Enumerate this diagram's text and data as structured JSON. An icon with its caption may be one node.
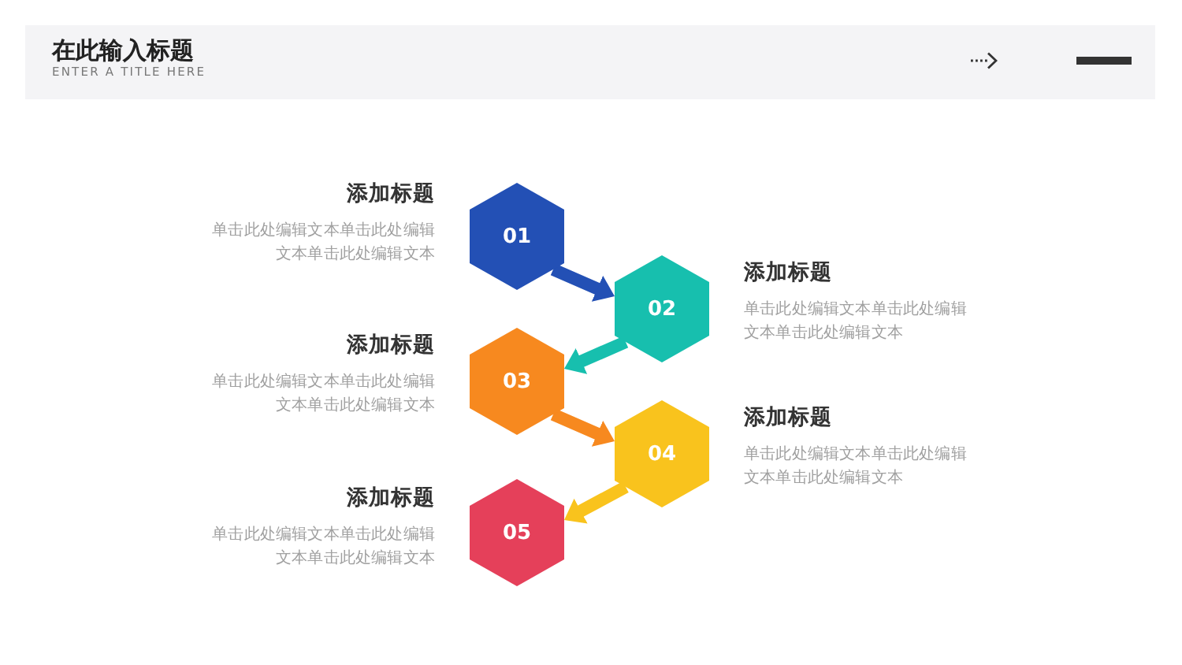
{
  "diagram": {
    "title": "在此输入标题",
    "nodes": [
      {
        "text": [
          "01"
        ],
        "beside": [
          "添加标题",
          "单击此处编辑文本单击此处编辑文本单击此处编辑文本"
        ]
      },
      {
        "text": [
          "02"
        ],
        "beside": [
          "添加标题",
          "单击此处编辑文本单击此处编辑文本单击此处编辑文本"
        ]
      },
      {
        "text": [
          "03"
        ],
        "beside": [
          "添加标题",
          "单击此处编辑文本单击此处编辑文本单击此处编辑文本"
        ]
      },
      {
        "text": [
          "04"
        ],
        "beside": [
          "添加标题",
          "单击此处编辑文本单击此处编辑文本单击此处编辑文本"
        ]
      },
      {
        "text": [
          "05"
        ],
        "beside": [
          "添加标题",
          "单击此处编辑文本单击此处编辑文本单击此处编辑文本"
        ]
      }
    ],
    "edges": [
      {
        "from": 0,
        "to": 1,
        "arrow": "to",
        "color": "#2350b5"
      },
      {
        "from": 1,
        "to": 2,
        "arrow": "to",
        "color": "#17bfae"
      },
      {
        "from": 2,
        "to": 3,
        "arrow": "to",
        "color": "#f7891f"
      },
      {
        "from": 3,
        "to": 4,
        "arrow": "to",
        "color": "#f9c31d"
      }
    ],
    "labels": [
      "ENTER A TITLE HERE"
    ]
  }
}
